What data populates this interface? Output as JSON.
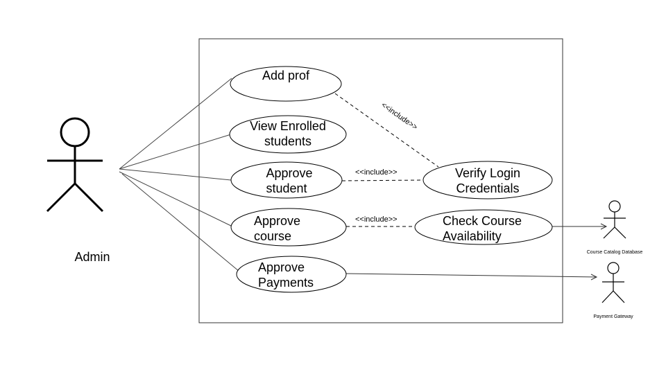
{
  "actors": {
    "admin": "Admin",
    "catalog": "Course Catalog Database",
    "payment": "Payment Gateway"
  },
  "use_cases": {
    "add_prof": [
      "Add prof"
    ],
    "view_enrolled": [
      "View Enrolled",
      "students"
    ],
    "approve_student": [
      "Approve",
      "student"
    ],
    "approve_course": [
      "Approve",
      "course"
    ],
    "approve_payments": [
      "Approve",
      "Payments"
    ],
    "verify_login": [
      "Verify Login",
      "Credentials"
    ],
    "check_course": [
      "Check Course",
      "Availability"
    ]
  },
  "relations": {
    "include_label": "<<include>>"
  }
}
